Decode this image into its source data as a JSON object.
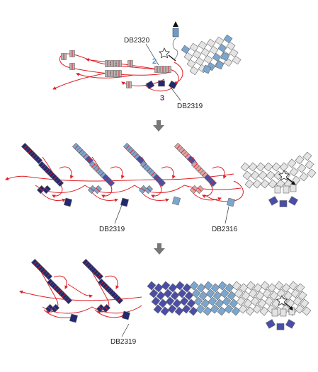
{
  "colors": {
    "thread": "#e01f26",
    "bead_light_gray": "#e4e4e4",
    "bead_mid_gray": "#b4b4b4",
    "bead_pink": "#dba4a4",
    "bead_light_blue": "#7ba7cf",
    "bead_royal_blue": "#4a4ea8",
    "bead_dark_navy": "#23286f",
    "bead_outline": "#666666",
    "step_arrow": "#777777",
    "num_blue": "#3a9ad9",
    "num_purple": "#6b2b8f"
  },
  "icons": [
    "star-start-icon",
    "needle-icon",
    "step-arrow-icon"
  ],
  "step1": {
    "label_db2320": "DB2320",
    "label_db2319": "DB2319",
    "num_2": "2",
    "num_3": "3"
  },
  "step2": {
    "label_db2319": "DB2319",
    "label_db2316": "DB2316"
  },
  "step3": {
    "label_db2319": "DB2319"
  }
}
